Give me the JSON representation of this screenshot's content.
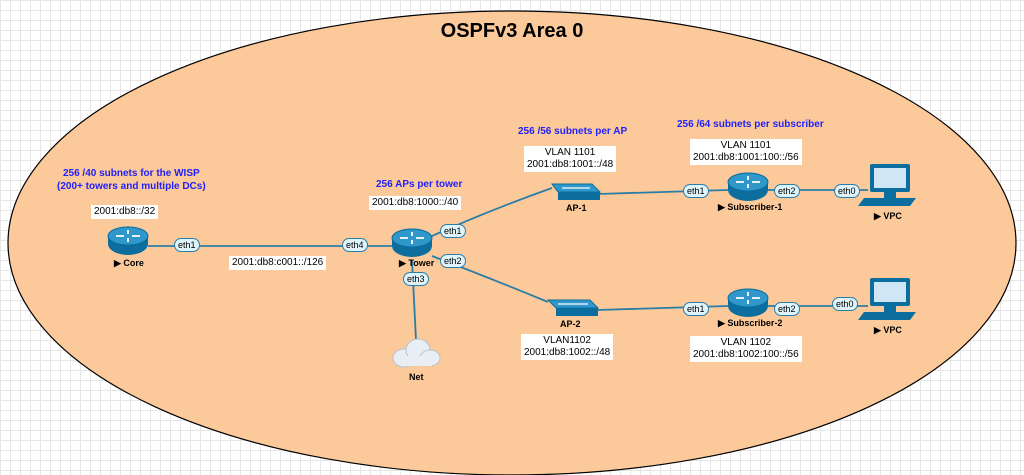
{
  "title": "OSPFv3 Area 0",
  "notes": {
    "wisp": [
      "256 /40 subnets for the WISP",
      "(200+ towers and multiple DCs)"
    ],
    "aps_per_tower": "256 APs per tower",
    "per_ap": "256 /56 subnets per AP",
    "per_subscriber": "256 /64 subnets per subscriber"
  },
  "addresses": {
    "core": "2001:db8::/32",
    "core_tower_link": "2001:db8:c001::/126",
    "tower": "2001:db8:1000::/40",
    "ap1": [
      "VLAN 1101",
      "2001:db8:1001::/48"
    ],
    "ap2": [
      "VLAN1102",
      "2001:db8:1002::/48"
    ],
    "sub1": [
      "VLAN 1101",
      "2001:db8:1001:100::/56"
    ],
    "sub2": [
      "VLAN 1102",
      "2001:db8:1002:100::/56"
    ]
  },
  "nodes": {
    "core": "Core",
    "tower": "Tower",
    "net": "Net",
    "ap1": "AP-1",
    "ap2": "AP-2",
    "sub1": "Subscriber-1",
    "sub2": "Subscriber-2",
    "vpc1": "VPC",
    "vpc2": "VPC"
  },
  "interfaces": {
    "core_eth1": "eth1",
    "tower_eth4": "eth4",
    "tower_eth1": "eth1",
    "tower_eth2": "eth2",
    "tower_eth3": "eth3",
    "sub1_eth1": "eth1",
    "sub1_eth2": "eth2",
    "vpc1_eth0": "eth0",
    "sub2_eth1": "eth1",
    "sub2_eth2": "eth2",
    "vpc2_eth0": "eth0"
  },
  "colors": {
    "area_fill": "#fcc99a",
    "area_stroke": "#000000",
    "router_blue": "#0b6e9e",
    "link": "#2a7da6",
    "note_text": "#1f1fff"
  }
}
